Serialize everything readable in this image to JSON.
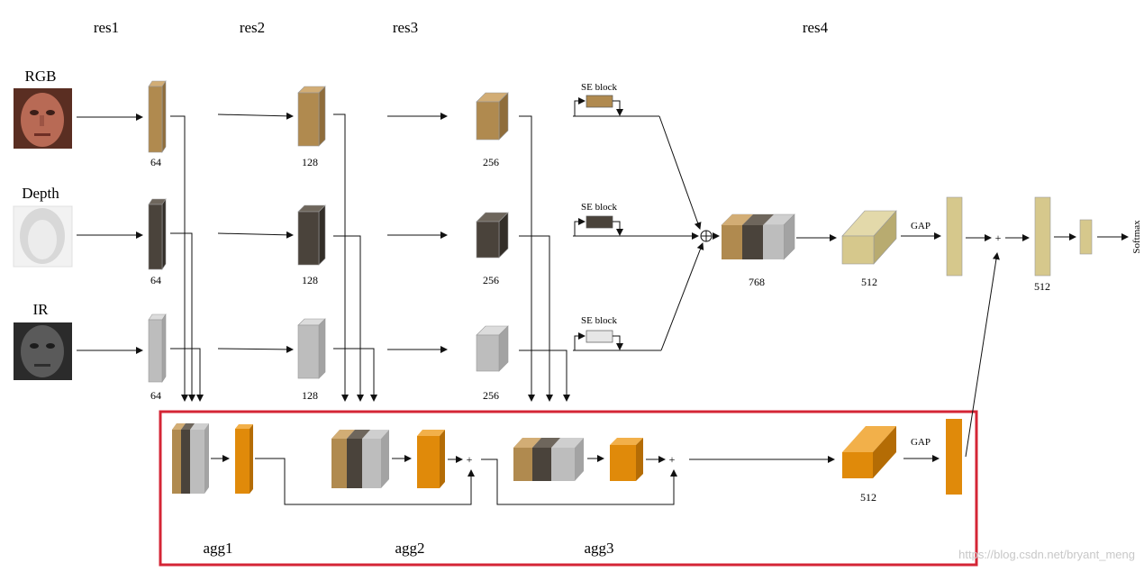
{
  "stages": {
    "res1": "res1",
    "res2": "res2",
    "res3": "res3",
    "res4": "res4"
  },
  "modalities": {
    "rgb": "RGB",
    "depth": "Depth",
    "ir": "IR"
  },
  "channels": {
    "res1": "64",
    "res2": "128",
    "res3": "256",
    "concat": "768",
    "res4": "512",
    "fc": "512",
    "agg_out": "512"
  },
  "se_block": "SE block",
  "gap": "GAP",
  "plus": "+",
  "oplus": "⊕",
  "softmax": "Softmax",
  "agg": {
    "agg1": "agg1",
    "agg2": "agg2",
    "agg3": "agg3"
  },
  "watermark": "https://blog.csdn.net/bryant_meng",
  "colors": {
    "rgb": "#b08a4f",
    "depth": "#4a433b",
    "ir": "#bdbdbd",
    "res4": "#d6c88c",
    "agg_orange": "#e08a0a",
    "agg_box": "#d42535"
  }
}
